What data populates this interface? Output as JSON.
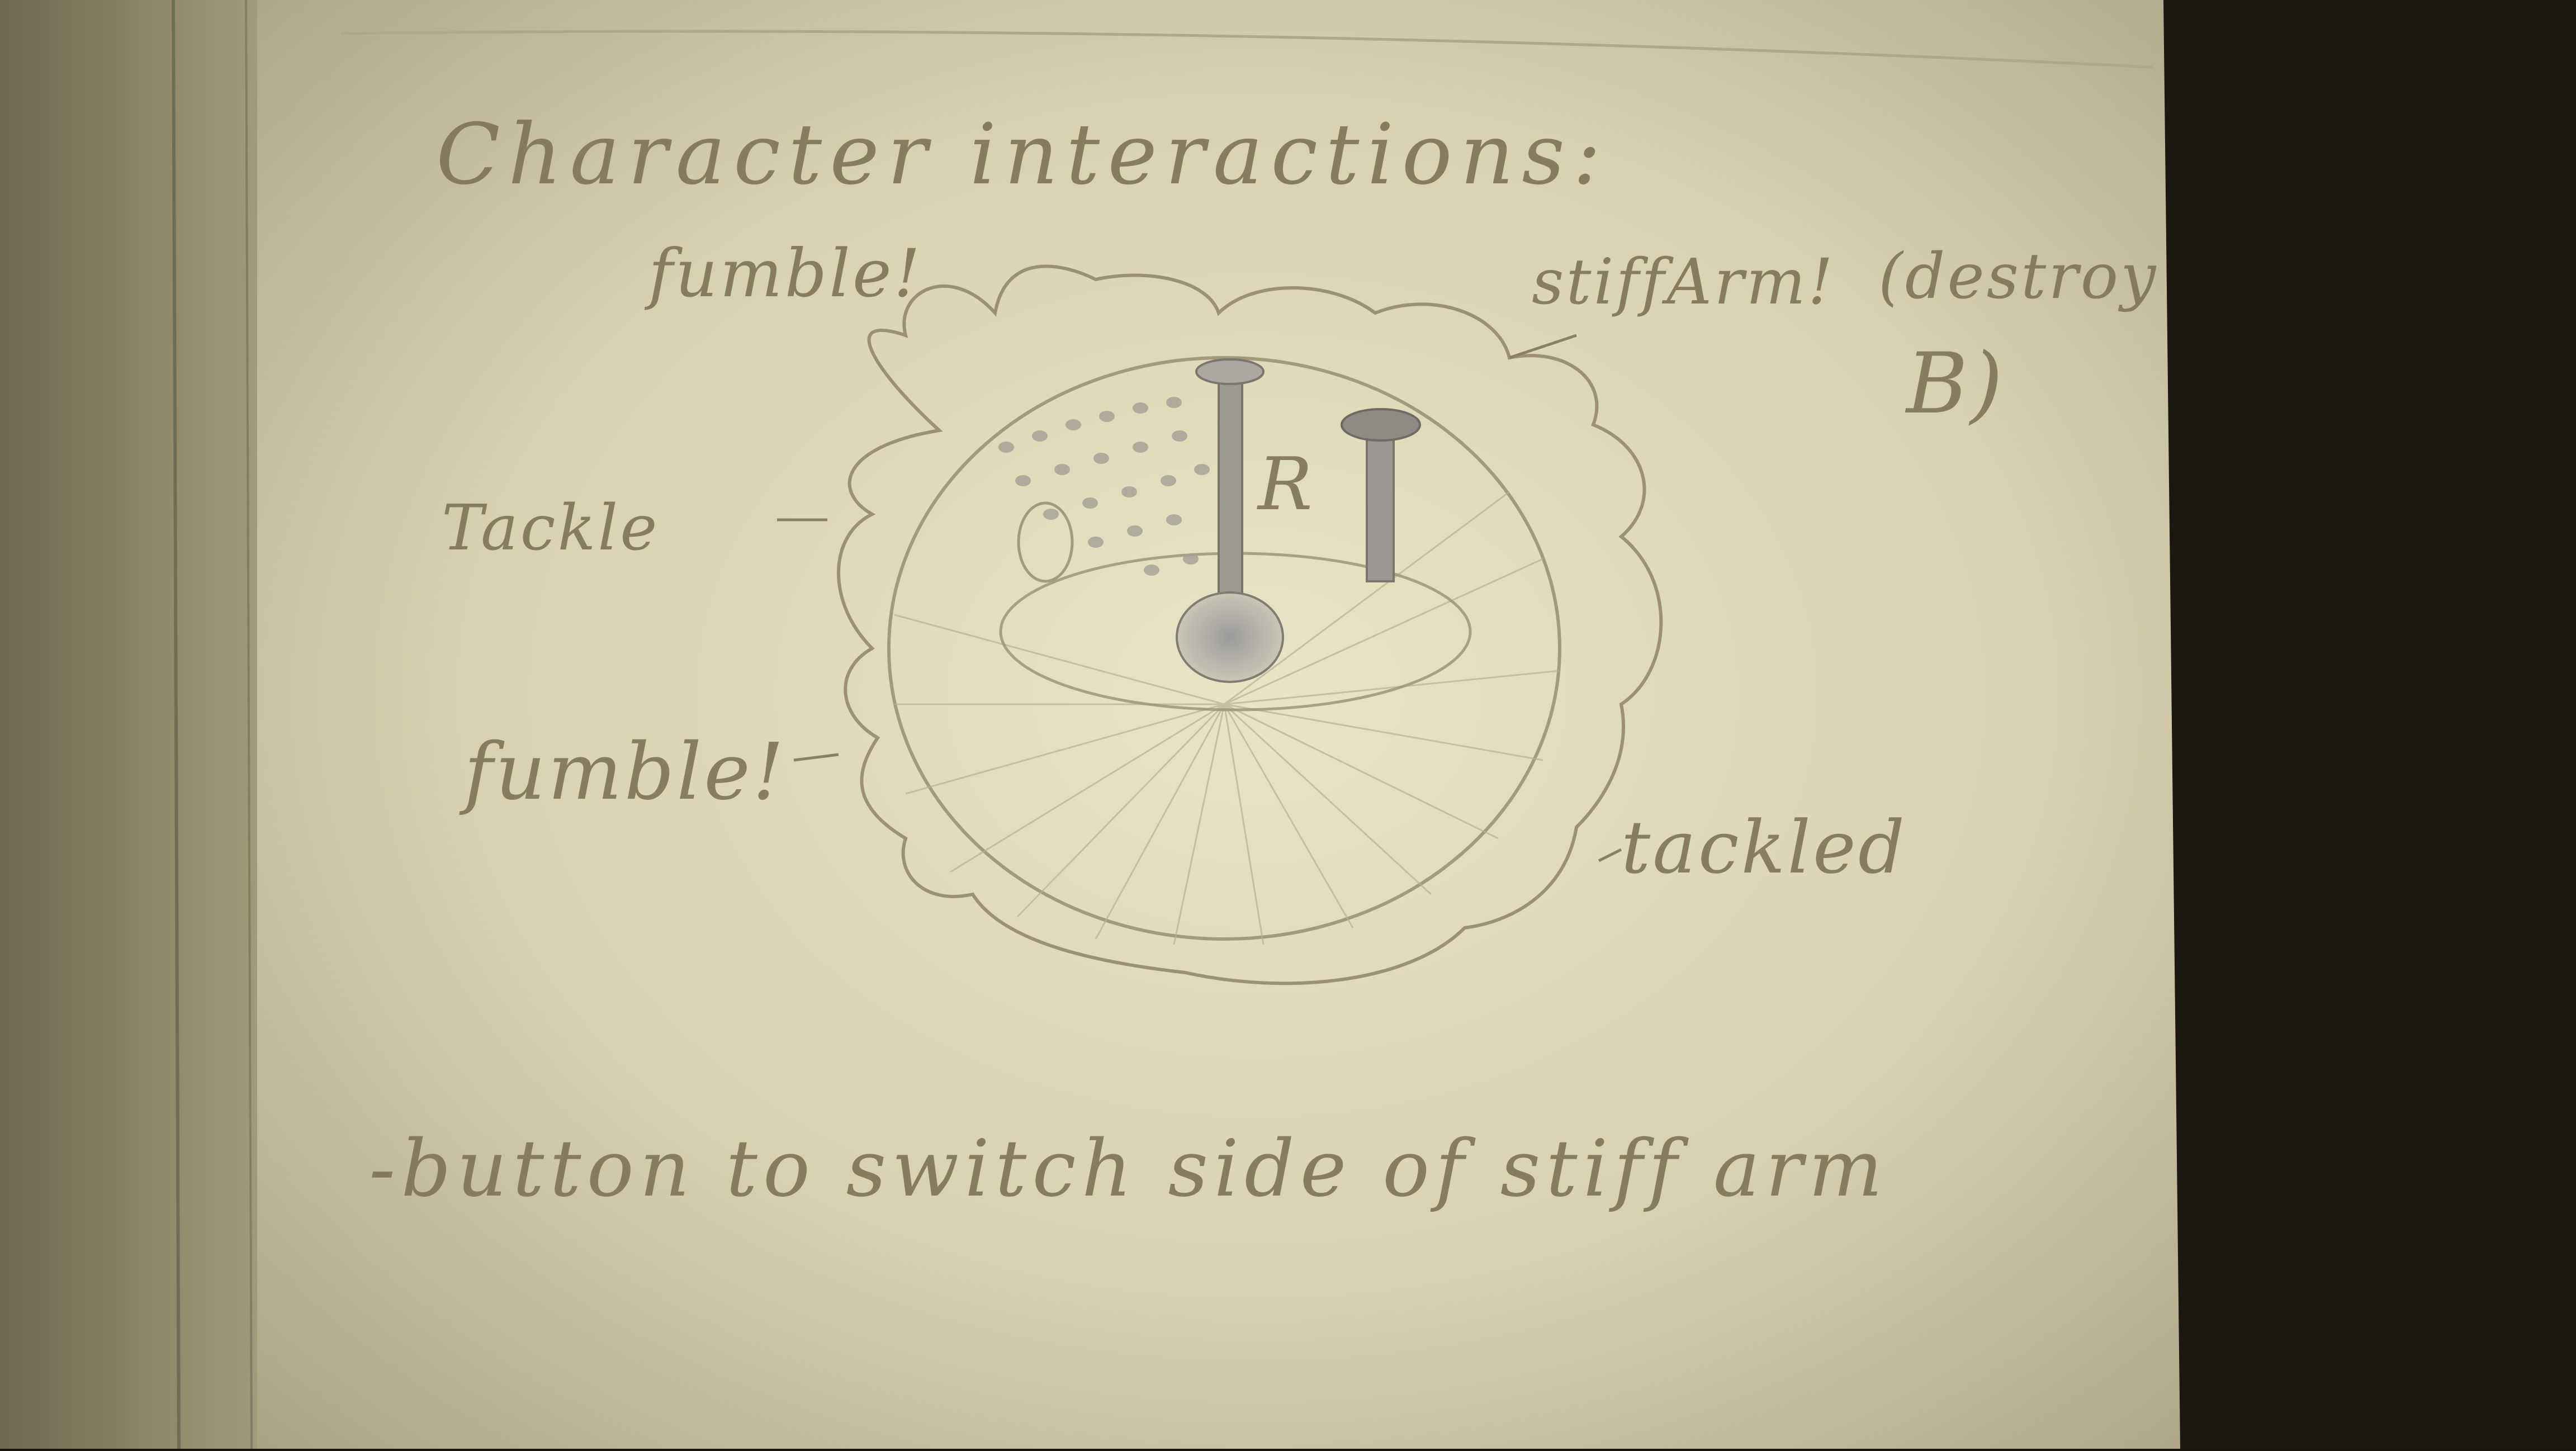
{
  "page": {
    "title": "Character interactions:",
    "labels": {
      "fumble_top": "fumble!",
      "stiff_arm": "stiffArm!",
      "destroy_paren": "(destroy",
      "destroy_b": "B)",
      "tackle": "Tackle",
      "fumble_bottom": "fumble!",
      "tackled": "tackled",
      "r_button": "R"
    },
    "note": "-button to switch side of stiff arm"
  }
}
